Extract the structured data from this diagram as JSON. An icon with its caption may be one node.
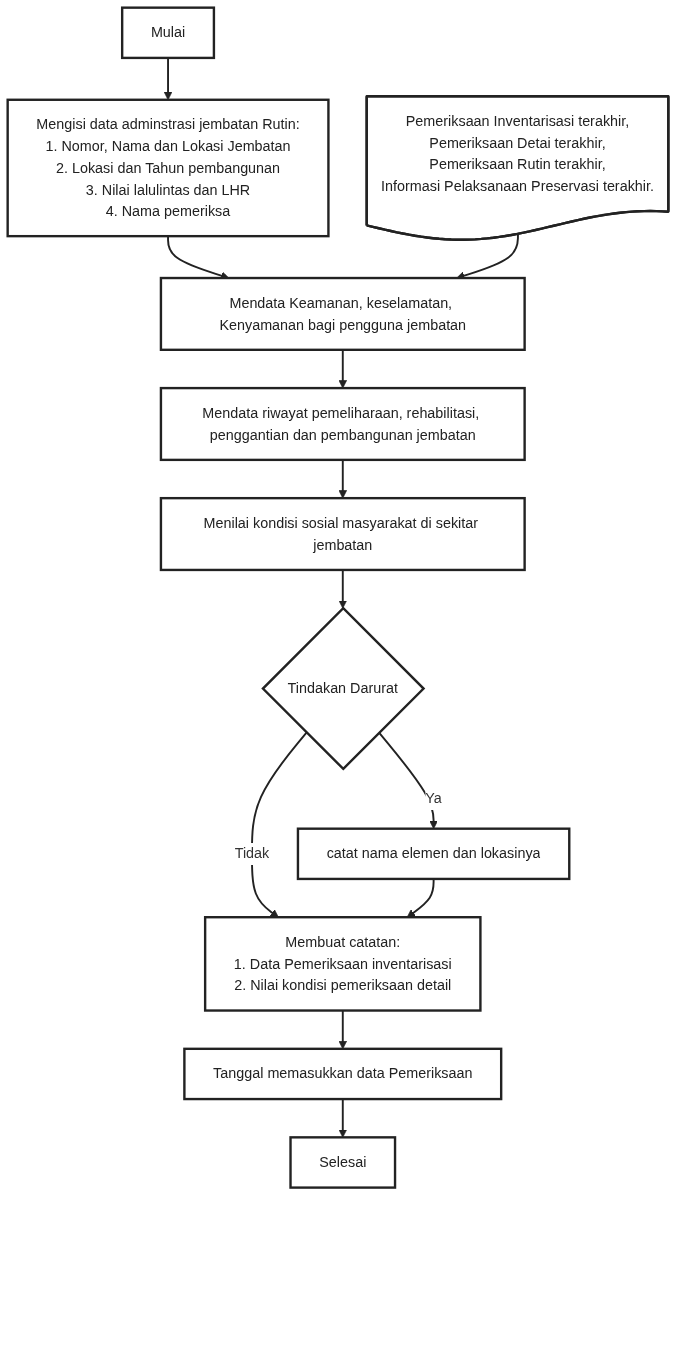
{
  "diagram": {
    "nodes": [
      {
        "text": [
          "Mulai"
        ]
      },
      {
        "text": [
          "Mengisi data adminstrasi jembatan Rutin:",
          "1. Nomor, Nama dan Lokasi Jembatan",
          "2. Lokasi dan Tahun pembangunan",
          "3. Nilai lalulintas dan LHR",
          "4. Nama pemeriksa"
        ]
      },
      {
        "text": [
          "Pemeriksaan Inventarisasi terakhir,",
          "Pemeriksaan Detai terakhir,",
          "Pemeriksaan Rutin terakhir,",
          "Informasi Pelaksanaan Preservasi terakhir."
        ]
      },
      {
        "text": [
          "Mendata Keamanan, keselamatan, Kenyamanan bagi pengguna jembatan"
        ]
      },
      {
        "text": [
          "Mendata riwayat pemeliharaan, rehabilitasi, penggantian dan pembangunan jembatan"
        ]
      },
      {
        "text": [
          "Menilai kondisi sosial masyarakat di sekitar jembatan"
        ]
      },
      {
        "text": [
          "Tindakan Darurat"
        ]
      },
      {
        "text": [
          "catat nama elemen dan lokasinya"
        ]
      },
      {
        "text": [
          "Membuat catatan:",
          "1. Data Pemeriksaan inventarisasi",
          "2. Nilai kondisi pemeriksaan detail"
        ]
      },
      {
        "text": [
          "Tanggal memasukkan data Pemeriksaan"
        ]
      },
      {
        "text": [
          "Selesai"
        ]
      }
    ],
    "edges": [
      {
        "from": 0,
        "to": 1,
        "arrow": "to"
      },
      {
        "from": 1,
        "to": 3,
        "arrow": "to"
      },
      {
        "from": 2,
        "to": 3,
        "arrow": "to"
      },
      {
        "from": 3,
        "to": 4,
        "arrow": "to"
      },
      {
        "from": 4,
        "to": 5,
        "arrow": "to"
      },
      {
        "from": 5,
        "to": 6,
        "arrow": "to"
      },
      {
        "from": 6,
        "to": 7,
        "label": "Ya",
        "arrow": "to"
      },
      {
        "from": 6,
        "to": 8,
        "label": "Tidak",
        "arrow": "to"
      },
      {
        "from": 7,
        "to": 8,
        "arrow": "to"
      },
      {
        "from": 8,
        "to": 9,
        "arrow": "to"
      },
      {
        "from": 9,
        "to": 10,
        "arrow": "to"
      }
    ]
  }
}
